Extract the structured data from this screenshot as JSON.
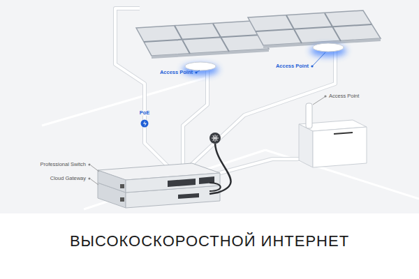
{
  "diagram": {
    "caption": "ВЫСОКОСКОРОСТНОЙ ИНТЕРНЕТ",
    "labels": [
      "Access Point",
      "Access Point",
      "Access Point",
      "PoE",
      "Professional Switch",
      "Cloud Gateway"
    ]
  }
}
